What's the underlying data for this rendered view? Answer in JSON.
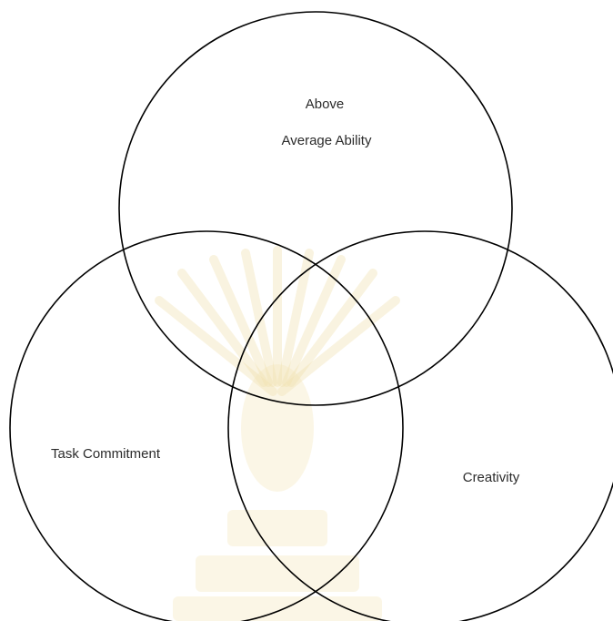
{
  "diagram": {
    "type": "venn",
    "sets": [
      {
        "id": "above-average-ability",
        "label_lines": [
          "Above",
          "Average Ability"
        ]
      },
      {
        "id": "task-commitment",
        "label_lines": [
          "Task Commitment"
        ]
      },
      {
        "id": "creativity",
        "label_lines": [
          "Creativity"
        ]
      }
    ],
    "stroke_color": "#000000",
    "background_color": "#ffffff",
    "watermark": "university emblem (faint gold)"
  }
}
